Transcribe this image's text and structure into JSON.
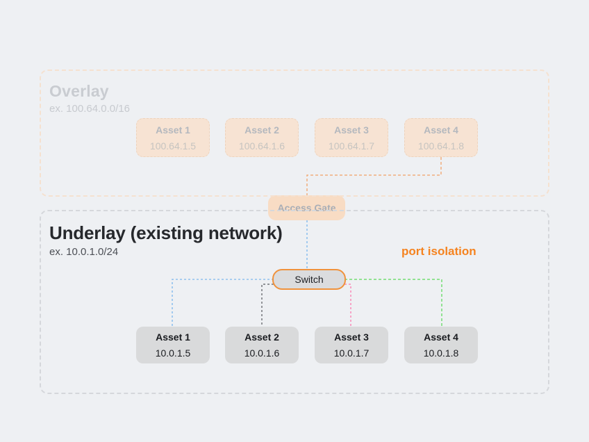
{
  "colors": {
    "bg": "#eef0f3",
    "accent": "#f5831f",
    "overlay_border": "#f5e1d0",
    "overlay_title": "#c9ccd1",
    "overlay_subtitle": "#c7cacf",
    "overlay_asset_fill": "#f7e3d3",
    "overlay_asset_border": "#eed3bc",
    "overlay_asset_text": "#b4b8be",
    "overlay_asset_ip": "#c6c4c0",
    "gate_fill": "#f8dcc4",
    "gate_text": "#a9aeb6",
    "underlay_border": "#d5d7db",
    "underlay_title": "#26282c",
    "underlay_subtitle": "#4c4f55",
    "underlay_asset_fill": "#d9dadb",
    "underlay_asset_text": "#191b1f",
    "switch_fill": "#dbdcde",
    "switch_border": "#f0923c",
    "switch_text": "#1c1e22",
    "line_orange": "#f1ae7c",
    "line_blue": "#8fc0ee",
    "line_dark": "#55585d",
    "line_pink": "#f98ab8",
    "line_green": "#72dd72"
  },
  "overlay": {
    "title": "Overlay",
    "subtitle": "ex. 100.64.0.0/16",
    "assets": [
      {
        "name": "Asset 1",
        "ip": "100.64.1.5"
      },
      {
        "name": "Asset 2",
        "ip": "100.64.1.6"
      },
      {
        "name": "Asset 3",
        "ip": "100.64.1.7"
      },
      {
        "name": "Asset 4",
        "ip": "100.64.1.8"
      }
    ]
  },
  "access_gate": {
    "label": "Access Gate"
  },
  "underlay": {
    "title": "Underlay (existing network)",
    "subtitle": "ex. 10.0.1.0/24",
    "annotation": "port isolation",
    "switch_label": "Switch",
    "assets": [
      {
        "name": "Asset 1",
        "ip": "10.0.1.5"
      },
      {
        "name": "Asset 2",
        "ip": "10.0.1.6"
      },
      {
        "name": "Asset 3",
        "ip": "10.0.1.7"
      },
      {
        "name": "Asset 4",
        "ip": "10.0.1.8"
      }
    ]
  }
}
